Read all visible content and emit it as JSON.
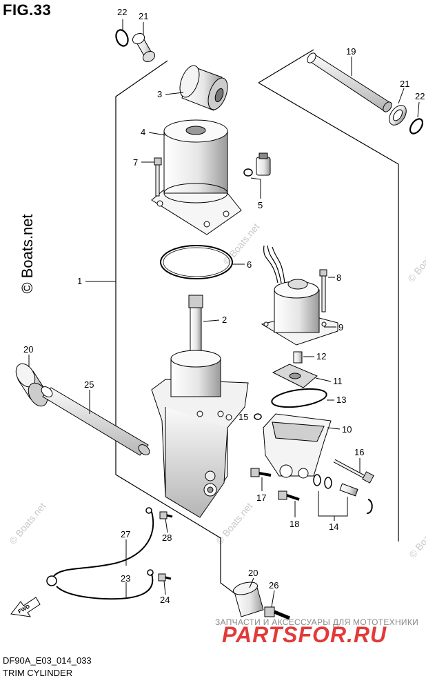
{
  "figure": {
    "title": "FIG.33",
    "code": "DF90A_E03_014_033",
    "caption": "TRIM CYLINDER"
  },
  "watermarks": {
    "vertical": "© Boats.net",
    "diagonal": "© Boats.net",
    "footer_text": "ЗАПЧАСТИ И АКСЕССУАРЫ ДЛЯ МОТОТЕХНИКИ",
    "footer_logo": "PARTSFOR.RU"
  },
  "callouts": [
    "22",
    "21",
    "3",
    "4",
    "7",
    "19",
    "21",
    "22",
    "5",
    "6",
    "1",
    "2",
    "8",
    "9",
    "20",
    "12",
    "11",
    "25",
    "13",
    "15",
    "10",
    "16",
    "17",
    "14",
    "18",
    "27",
    "28",
    "23",
    "24",
    "20",
    "26"
  ],
  "fwd_label": "FWD",
  "colors": {
    "line": "#000000",
    "watermark": "#c8c8c8",
    "logo": "#e23a3a"
  }
}
